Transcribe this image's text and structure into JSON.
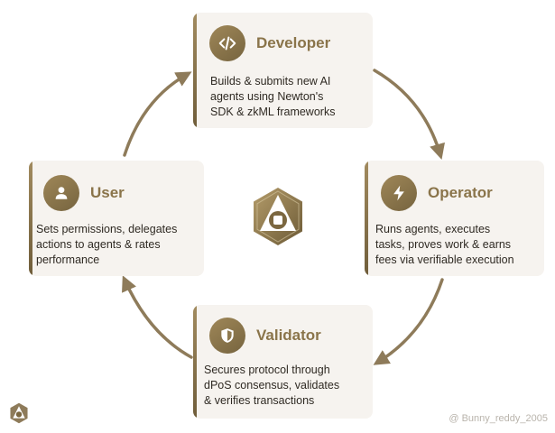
{
  "nodes": {
    "developer": {
      "icon": "code-icon",
      "title": "Developer",
      "description": "Builds & submits new AI\nagents using Newton's\nSDK & zkML frameworks"
    },
    "operator": {
      "icon": "lightning-bolt-icon",
      "title": "Operator",
      "description": "Runs agents, executes\ntasks, proves work & earns\nfees via verifiable execution"
    },
    "validator": {
      "icon": "shield-icon",
      "title": "Validator",
      "description": "Secures protocol through\ndPoS consensus, validates\n& verifies transactions"
    },
    "user": {
      "icon": "person-icon",
      "title": "User",
      "description": "Sets permissions, delegates\nactions to agents & rates\nperformance"
    }
  },
  "center_logo": "newton-hexagon-logo",
  "watermark": "@ Bunny_reddy_2005",
  "colors": {
    "accent": "#8a744a",
    "card_bg": "#f6f3ef",
    "text": "#2f2a23",
    "arrow": "#8e7b5a"
  }
}
